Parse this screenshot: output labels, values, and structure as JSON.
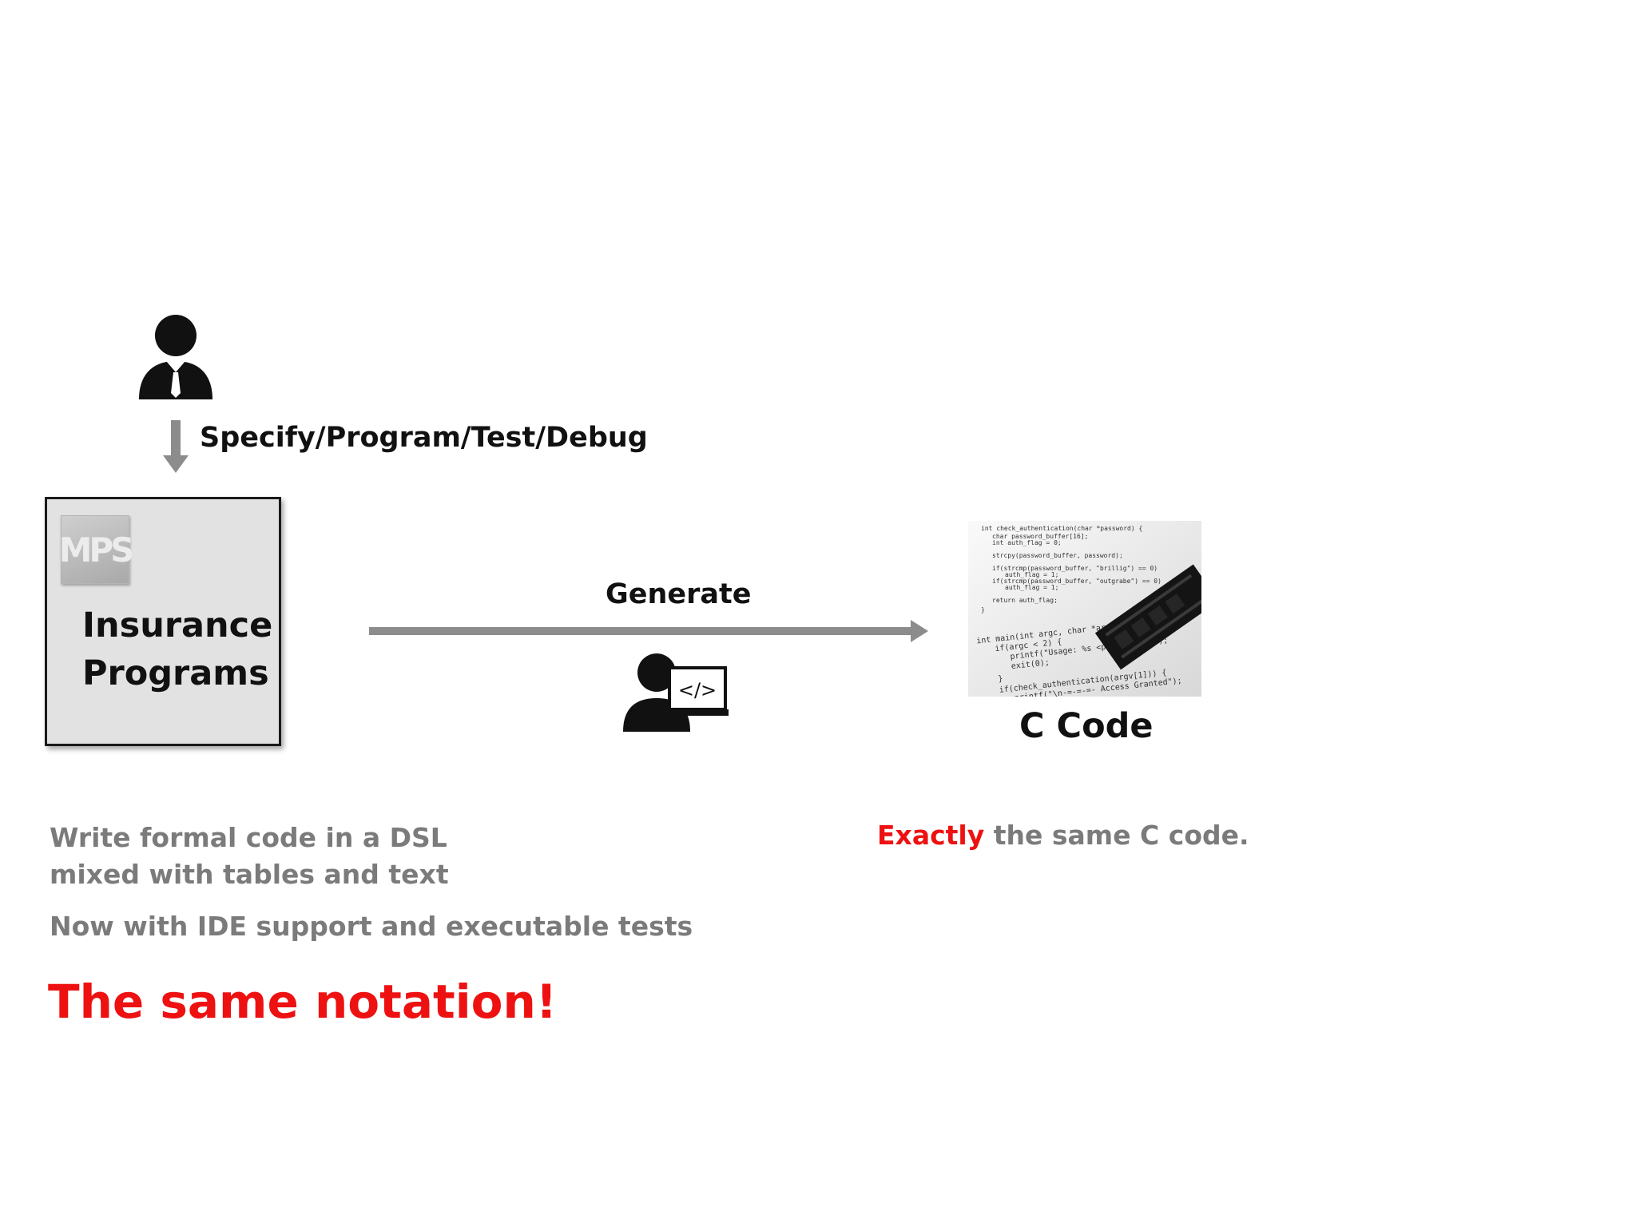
{
  "specify_label": "Specify/Program/Test/Debug",
  "program_box": {
    "logo_text": "MPS",
    "title_line1": "Insurance",
    "title_line2": "Programs"
  },
  "generate_label": "Generate",
  "dev_icon_glyph": "</>",
  "c_code_label": "C Code",
  "left_notes": {
    "line1": "Write formal code in a DSL",
    "line2": "mixed with tables and text",
    "ide": "Now with IDE support and executable tests",
    "same_notation": "The same notation!"
  },
  "right_note": {
    "emphasis": "Exactly",
    "rest": " the same C code."
  },
  "colors": {
    "accent_red": "#ee1111",
    "note_gray": "#7b7b7b",
    "arrow_gray": "#8c8c8c",
    "box_fill": "#e2e2e2"
  },
  "icons": [
    "businessman-icon",
    "down-arrow-icon",
    "mps-logo",
    "right-arrow-icon",
    "developer-computer-icon"
  ]
}
